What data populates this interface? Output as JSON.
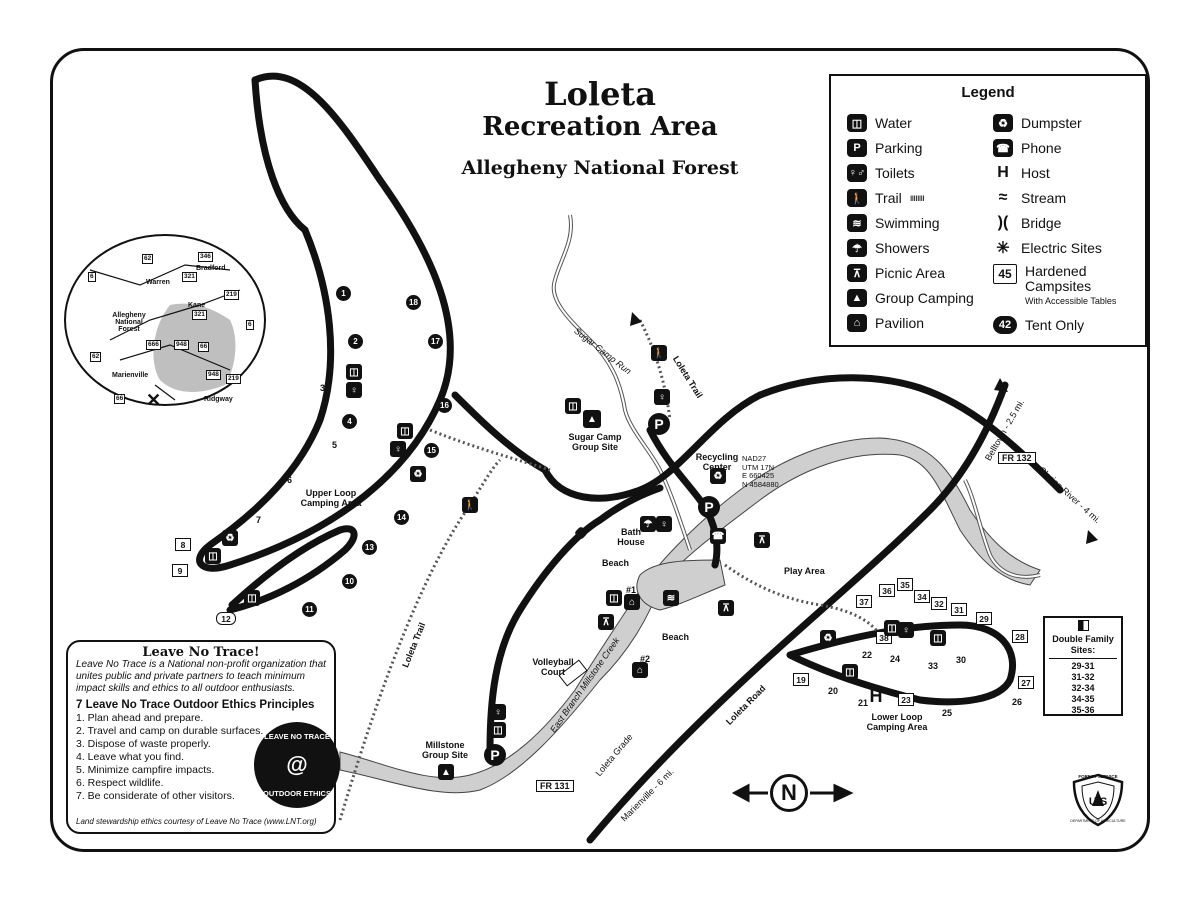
{
  "title": {
    "line1": "Loleta",
    "line2": "Recreation Area",
    "line3": "Allegheny National Forest"
  },
  "legend": {
    "heading": "Legend",
    "items_left": [
      {
        "icon": "water-icon",
        "glyph": "◫",
        "label": "Water"
      },
      {
        "icon": "parking-icon",
        "glyph": "P",
        "label": "Parking"
      },
      {
        "icon": "toilets-icon",
        "glyph": "♀♂",
        "label": "Toilets"
      },
      {
        "icon": "trail-icon",
        "glyph": "🚶",
        "label": "Trail"
      },
      {
        "icon": "swimming-icon",
        "glyph": "≋",
        "label": "Swimming"
      },
      {
        "icon": "showers-icon",
        "glyph": "☂",
        "label": "Showers"
      },
      {
        "icon": "picnic-area-icon",
        "glyph": "⊼",
        "label": "Picnic Area"
      },
      {
        "icon": "group-camping-icon",
        "glyph": "▲",
        "label": "Group Camping"
      },
      {
        "icon": "pavilion-icon",
        "glyph": "⌂",
        "label": "Pavilion"
      }
    ],
    "items_right": [
      {
        "icon": "dumpster-icon",
        "glyph": "♻",
        "label": "Dumpster"
      },
      {
        "icon": "phone-icon",
        "glyph": "☎",
        "label": "Phone"
      },
      {
        "icon": "host-icon",
        "glyph": "H",
        "label": "Host"
      },
      {
        "icon": "stream-icon",
        "glyph": "≈",
        "label": "Stream"
      },
      {
        "icon": "bridge-icon",
        "glyph": ")(",
        "label": "Bridge"
      },
      {
        "icon": "electric-sites-icon",
        "glyph": "✳",
        "label": "Electric Sites"
      },
      {
        "icon": "hardened-campsite-icon",
        "glyph": "45",
        "label": "Hardened Campsites",
        "sub": "With Accessible Tables"
      },
      {
        "icon": "tent-only-icon",
        "glyph": "42",
        "label": "Tent Only"
      }
    ]
  },
  "leave_no_trace": {
    "heading": "Leave No Trace!",
    "intro": "Leave No Trace is a National non-profit organization that unites public and private partners to teach minimum impact skills and ethics to all outdoor enthusiasts.",
    "principles_heading": "7 Leave No Trace Outdoor Ethics Principles",
    "principles": [
      "1. Plan ahead and prepare.",
      "2. Travel and camp on durable surfaces.",
      "3. Dispose of waste properly.",
      "4. Leave what you find.",
      "5. Minimize campfire impacts.",
      "6. Respect wildlife.",
      "7. Be considerate of other visitors."
    ],
    "credit": "Land stewardship ethics courtesy of Leave No Trace (www.LNT.org)",
    "badge_top": "LEAVE NO TRACE",
    "badge_bottom": "OUTDOOR ETHICS"
  },
  "double_family": {
    "heading": "Double Family Sites:",
    "sites": [
      "29-31",
      "31-32",
      "32-34",
      "34-35",
      "35-36"
    ]
  },
  "minimap": {
    "places": [
      "Bradford",
      "Warren",
      "Allegheny National Forest",
      "Kane",
      "Marienville",
      "Ridgway"
    ],
    "routes": [
      "62",
      "6",
      "346",
      "321",
      "219",
      "6",
      "321",
      "666",
      "948",
      "66",
      "62",
      "948",
      "219",
      "66"
    ]
  },
  "labels": {
    "upper_loop": "Upper Loop Camping Area",
    "lower_loop": "Lower Loop Camping Area",
    "sugar_camp": "Sugar Camp Group Site",
    "sugar_camp_run": "Sugar Camp Run",
    "recycling_center": "Recycling Center",
    "coords": [
      "NAD27",
      "UTM 17N",
      "E 660425",
      "N 4584880"
    ],
    "bath_house": "Bath House",
    "beach1": "Beach",
    "beach2": "Beach",
    "play_area": "Play Area",
    "volleyball": "Volleyball Court",
    "millstone": "Millstone Group Site",
    "creek": "East Branch Millstone Creek",
    "loleta_trail_left": "Loleta Trail",
    "loleta_trail_top": "Loleta Trail",
    "loleta_road": "Loleta Road",
    "loleta_grade": "Loleta Grade",
    "marienville": "Marienville - 6 mi.",
    "belltown": "Belltown - 2.5 mi.",
    "clarion": "Clarion River - 4 mi.",
    "fr131": "FR 131",
    "fr132": "FR 132",
    "pav1": "#1",
    "pav2": "#2",
    "compass": "N",
    "usfs_top": "FOREST SERVICE",
    "usfs_mid": "U S",
    "usfs_bottom": "DEPARTMENT OF AGRICULTURE"
  },
  "upper_sites": [
    "1",
    "2",
    "3",
    "4",
    "5",
    "6",
    "7",
    "8",
    "9",
    "10",
    "11",
    "12",
    "13",
    "14",
    "15",
    "16",
    "17",
    "18"
  ],
  "lower_sites": [
    "19",
    "20",
    "21",
    "22",
    "23",
    "24",
    "25",
    "26",
    "27",
    "28",
    "29",
    "30",
    "31",
    "32",
    "33",
    "34",
    "35",
    "36",
    "37",
    "38"
  ]
}
